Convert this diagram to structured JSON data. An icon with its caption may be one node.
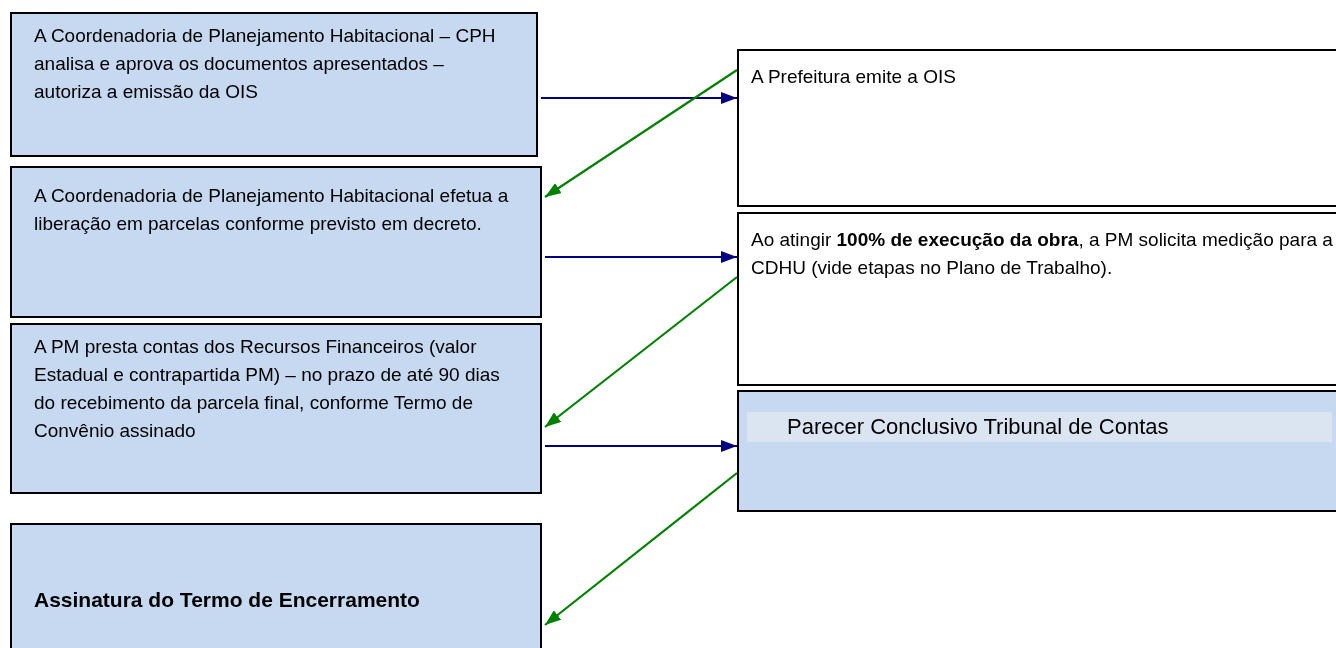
{
  "diagram": {
    "nodes": [
      {
        "text": [
          "A Coordenadoria de Planejamento Habitacional – CPH analisa e aprova os documentos apresentados – autoriza a emissão da OIS"
        ]
      },
      {
        "text": [
          "A Prefeitura emite a OIS"
        ]
      },
      {
        "text": [
          "A Coordenadoria de Planejamento Habitacional efetua a liberação em parcelas conforme previsto em decreto."
        ]
      },
      {
        "text": [
          "Ao atingir **100% de execução da obra**, a PM solicita medição para a CDHU (vide etapas no Plano de Trabalho)."
        ]
      },
      {
        "text": [
          "A PM presta contas dos Recursos Financeiros (valor Estadual e contrapartida PM) – no prazo de até 90 dias do recebimento da parcela final, conforme Termo de Convênio assinado"
        ]
      },
      {
        "text": [
          "Parecer Conclusivo Tribunal de Contas"
        ]
      },
      {
        "text": [
          "Assinatura do Termo de Encerramento"
        ]
      }
    ],
    "edges": [
      {
        "from": 0,
        "to": 1,
        "arrow": "to"
      },
      {
        "from": 1,
        "to": 2,
        "arrow": "to",
        "color": "#008000"
      },
      {
        "from": 2,
        "to": 3,
        "arrow": "to"
      },
      {
        "from": 3,
        "to": 4,
        "arrow": "to",
        "color": "#008000"
      },
      {
        "from": 4,
        "to": 5,
        "arrow": "to"
      },
      {
        "from": 5,
        "to": 6,
        "arrow": "to",
        "color": "#008000"
      }
    ]
  }
}
